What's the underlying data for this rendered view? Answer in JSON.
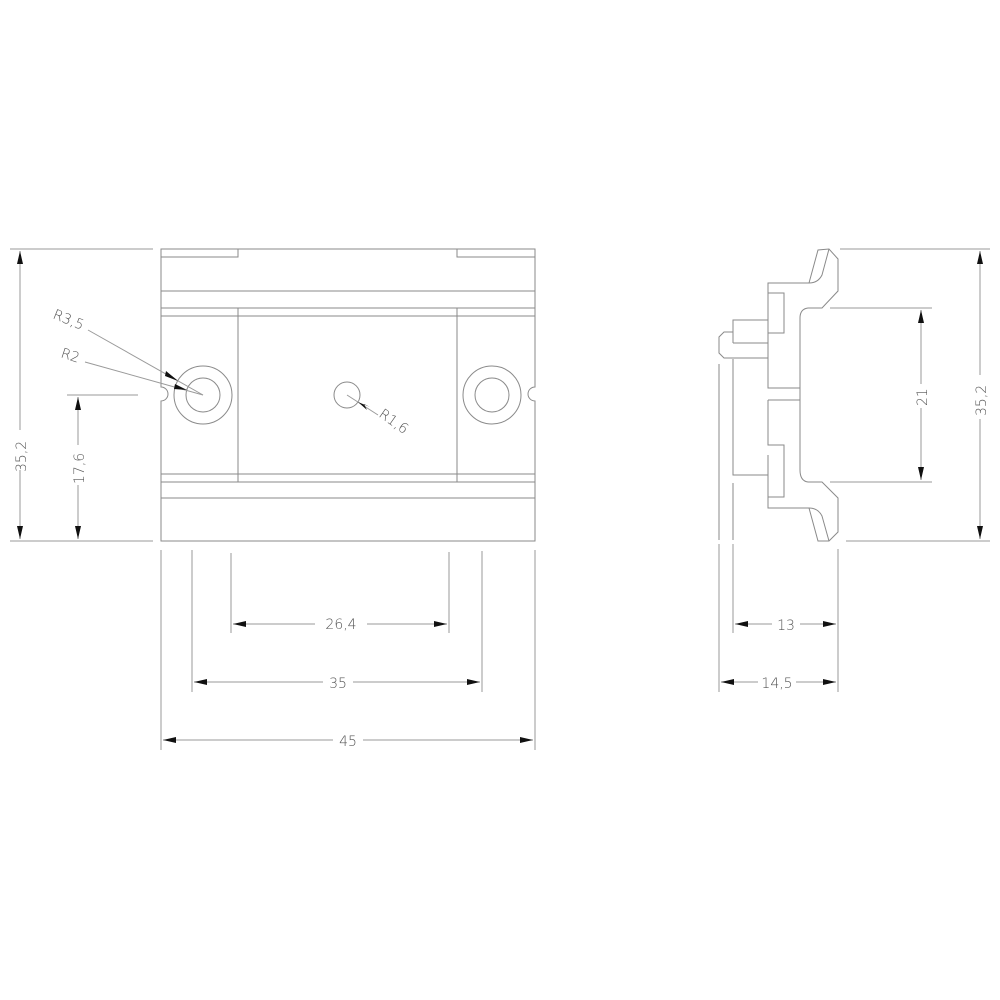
{
  "drawing": {
    "type": "technical-drawing",
    "units": "mm",
    "line_color": "#8a8a8a",
    "arrow_color": "#111111",
    "text_color": "#555555",
    "front_view": {
      "radius_labels": {
        "outer_boss": "R3,5",
        "inner_hole": "R2",
        "center_hole": "R1,6"
      },
      "dimensions": {
        "overall_height": "35,2",
        "hole_center_height": "17,6",
        "inner_width": "26,4",
        "hole_spacing": "35",
        "overall_width": "45"
      }
    },
    "side_view": {
      "dimensions": {
        "overall_height": "35,2",
        "clip_opening": "21",
        "body_depth": "13",
        "overall_depth": "14,5"
      }
    }
  }
}
